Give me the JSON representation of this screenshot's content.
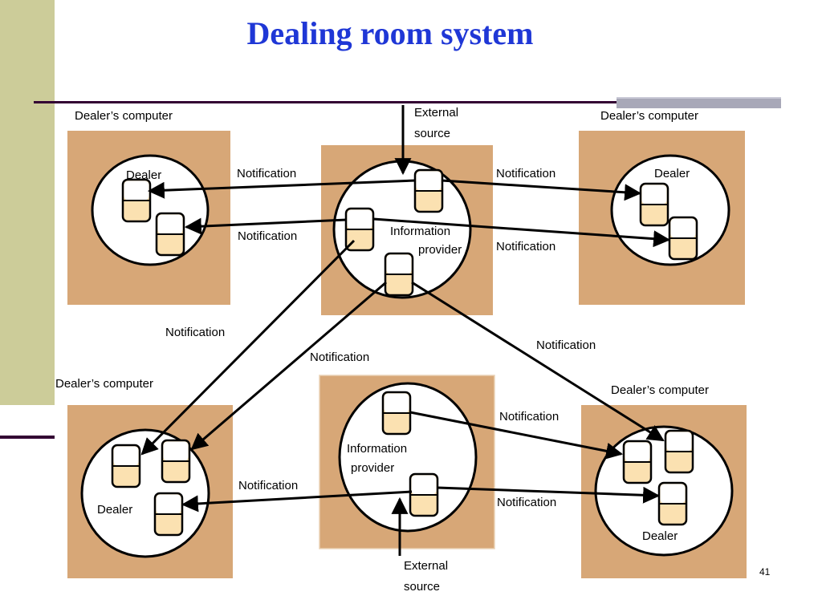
{
  "slide": {
    "title": "Dealing room system",
    "page_number": "41"
  },
  "colors": {
    "title": "#1f37d6",
    "computer_box": "#d7a777",
    "process_fill": "#ffffff",
    "db_fill": "#fbe1b1",
    "sidebar": "#cccc99",
    "rule": "#330033"
  },
  "labels": {
    "dealers_computer": "Dealer’s computer",
    "dealer": "Dealer",
    "information": "Information",
    "provider": "provider",
    "external": "External",
    "source": "source",
    "notification": "Notification"
  },
  "icons": [
    "database-icon",
    "arrow-icon"
  ]
}
